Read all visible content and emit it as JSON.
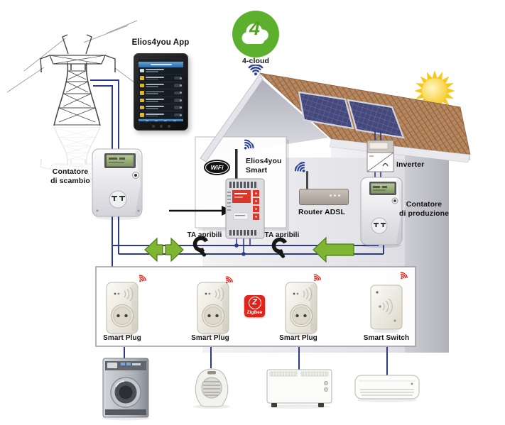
{
  "scene": {
    "app": {
      "label": "Elios4you App",
      "screen": {
        "header_color": "#3f7ec2",
        "rows": [
          {
            "icon": "#d6d9dc",
            "button": false
          },
          {
            "icon": "#e3b71f",
            "button": true
          },
          {
            "icon": "#e3b71f",
            "button": true
          },
          {
            "icon": "#e3b71f",
            "button": true
          },
          {
            "icon": "#e3b71f",
            "button": true
          },
          {
            "icon": "#e3b71f",
            "button": true
          },
          {
            "icon": "#e3b71f",
            "button": true
          }
        ]
      }
    },
    "cloud": {
      "label": "4-cloud",
      "badge": "4"
    },
    "wifi_logo": {
      "text": "WiFi"
    },
    "smart_unit": {
      "name_line1": "Elios4you",
      "name_line2": "Smart"
    },
    "router": {
      "label": "Router ADSL"
    },
    "inverter": {
      "label": "Inverter"
    },
    "meters": {
      "exchange_line1": "Contatore",
      "exchange_line2": "di scambio",
      "production_line1": "Contatore",
      "production_line2": "di produzione"
    },
    "ta_clamps": {
      "left_label": "TA apribili",
      "right_label": "TA apribili"
    },
    "zigbee": {
      "glyph": "Z",
      "label": "ZigBee"
    },
    "devices": [
      {
        "type": "plug",
        "label": "Smart Plug"
      },
      {
        "type": "plug",
        "label": "Smart Plug"
      },
      {
        "type": "plug",
        "label": "Smart Plug"
      },
      {
        "type": "switch",
        "label": "Smart Switch"
      }
    ],
    "appliances": [
      "washing-machine",
      "fan-heater",
      "convector-heater",
      "air-conditioner"
    ],
    "icons": {
      "wifi_signal_blue": "arcs",
      "wifi_signal_red": "arcs",
      "power_tower": "lattice-pylon",
      "sun": "rayed-circle",
      "green_arrow": "energy-flow-arrow",
      "ta_clamp": "current-clamp"
    },
    "colors": {
      "cloud_green": "#5db02e",
      "arrow_green": "#7fb531",
      "zigbee_red": "#e2231a",
      "signal_red": "#e0251b",
      "signal_blue": "#2b3f94",
      "wire_navy": "#2c3a8c",
      "roof_brown": "#b5885f",
      "solar_panel": "#474a7c",
      "sun_yellow": "#f7c908"
    }
  }
}
